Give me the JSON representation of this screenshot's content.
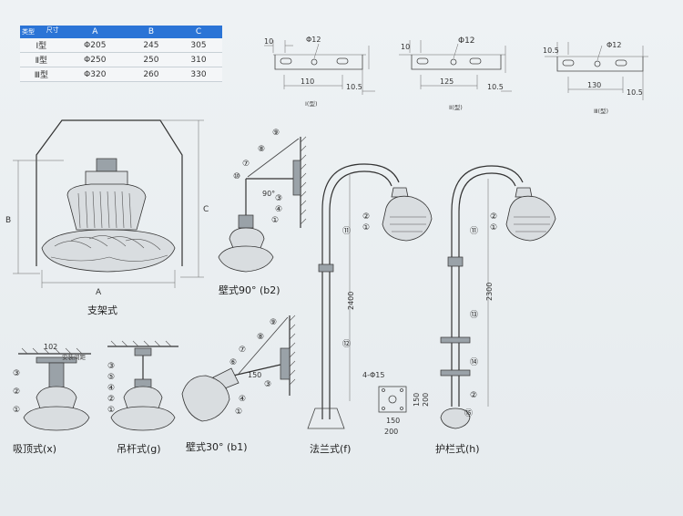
{
  "table": {
    "corner_top": "尺寸",
    "corner_bottom": "类型",
    "headers": [
      "A",
      "B",
      "C"
    ],
    "rows": [
      {
        "type": "Ⅰ型",
        "a": "Φ205",
        "b": "245",
        "c": "305"
      },
      {
        "type": "Ⅱ型",
        "a": "Φ250",
        "b": "250",
        "c": "310"
      },
      {
        "type": "Ⅲ型",
        "a": "Φ320",
        "b": "260",
        "c": "330"
      }
    ]
  },
  "brackets": [
    {
      "left": "10",
      "hole": "Φ12",
      "span": "110",
      "edge": "10.5",
      "caption": "Ⅰ(型)"
    },
    {
      "left": "10",
      "hole": "Φ12",
      "span": "125",
      "edge": "10.5",
      "caption": "Ⅱ(型)"
    },
    {
      "left": "10.5",
      "hole": "Φ12",
      "span": "130",
      "edge": "10.5",
      "caption": "Ⅲ(型)"
    }
  ],
  "main_lamp": {
    "dim_a": "A",
    "dim_b": "B",
    "dim_c": "C",
    "caption": "支架式"
  },
  "captions": {
    "ceiling": "吸顶式(x)",
    "pendant": "吊杆式(g)",
    "wall30": "壁式30°  (b1)",
    "wall90": "壁式90°  (b2)",
    "flange": "法兰式(f)",
    "guardrail": "护栏式(h)"
  },
  "ceiling": {
    "width": "102",
    "note": "安装间距"
  },
  "wall90": {
    "angle": "90°"
  },
  "wall30": {
    "dim": "150"
  },
  "flange": {
    "height": "2400",
    "holes": "4-Φ15",
    "d1": "150",
    "d2": "200",
    "d3": "150",
    "d4": "200"
  },
  "guardrail": {
    "height": "2300"
  },
  "numbers": [
    "①",
    "②",
    "③",
    "④",
    "⑤",
    "⑥",
    "⑦",
    "⑧",
    "⑨",
    "⑩",
    "⑪",
    "⑫",
    "⑬",
    "⑭",
    "⑮"
  ]
}
